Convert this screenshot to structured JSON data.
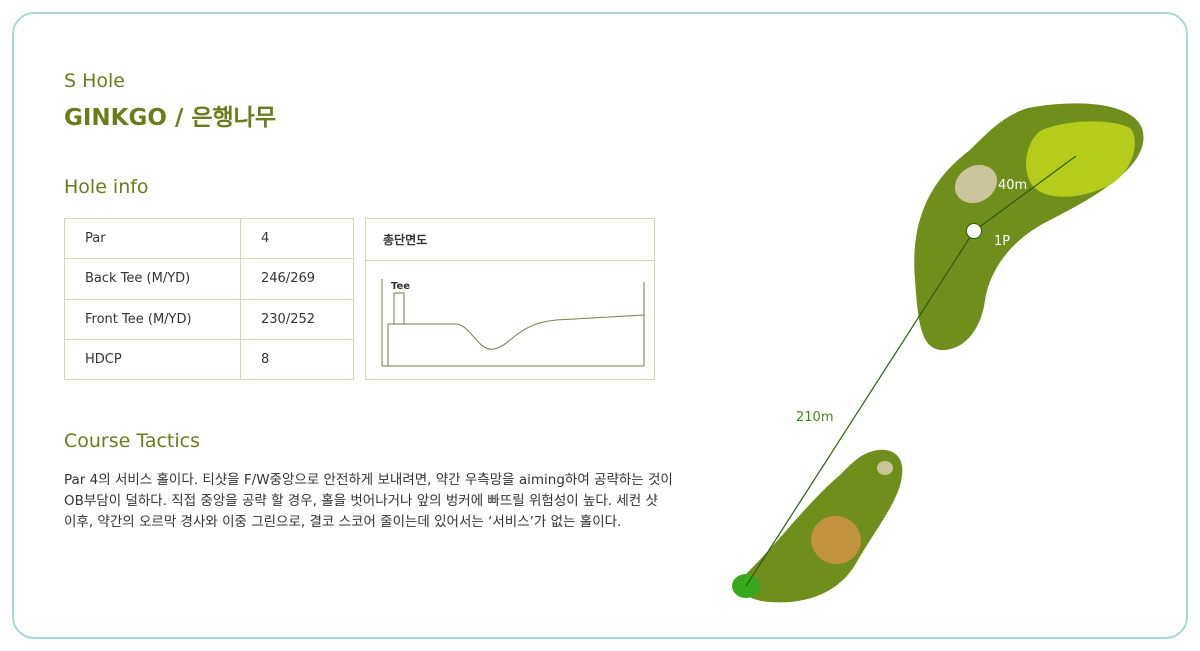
{
  "hole": {
    "sub": "S Hole",
    "title": "GINKGO / 은행나무"
  },
  "hole_info": {
    "title": "Hole info",
    "rows": [
      {
        "label": "Par",
        "value": "4"
      },
      {
        "label": "Back Tee (M/YD)",
        "value": "246/269"
      },
      {
        "label": "Front Tee (M/YD)",
        "value": "230/252"
      },
      {
        "label": "HDCP",
        "value": "8"
      }
    ],
    "profile_title": "총단면도",
    "profile_tee_label": "Tee"
  },
  "tactics": {
    "title": "Course Tactics",
    "text": "Par 4의 서비스 홀이다. 티샷을 F/W중앙으로 안전하게 보내려면, 약간 우측망을 aiming하여 공략하는 것이 OB부담이 덜하다. 직접 중앙을 공략 할 경우, 홀을 벗어나거나 앞의 벙커에 빠뜨릴 위험성이 높다. 세컨 샷 이후, 약간의 오르막 경사와 이중 그린으로, 결코 스코어 줄이는데 있어서는 ‘서비스’가 없는 홀이다."
  },
  "map": {
    "distance_total": "210m",
    "distance_green": "40m",
    "pin_label": "1P"
  },
  "colors": {
    "accent": "#6b7c1c",
    "border": "#a7d8d6",
    "fairway": "#6f8e1c",
    "green": "#b5cc1a",
    "bunker": "#cbc59b"
  }
}
